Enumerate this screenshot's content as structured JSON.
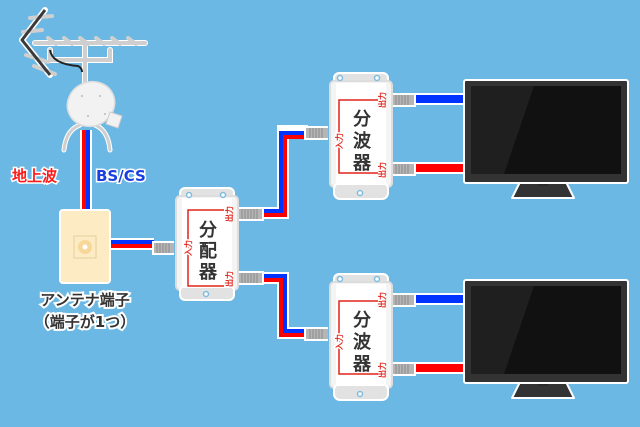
{
  "colors": {
    "background": "#6cb8e4",
    "terrestrial_cable": "#ff0000",
    "satellite_cable": "#0033ff",
    "device_body": "#f4f4f4",
    "device_label": "#333333",
    "port_label": "#e0251b",
    "wall_outlet": "#fdebc4",
    "tv_frame": "#333333",
    "tv_screen": "#111111"
  },
  "antenna": {
    "terrestrial_label": "地上波",
    "satellite_label": "BS/CS"
  },
  "wall_outlet": {
    "caption_line1": "アンテナ端子",
    "caption_line2": "（端子が1つ）"
  },
  "splitter": {
    "name_chars": [
      "分",
      "配",
      "器"
    ],
    "input_label": "入力",
    "output_label_top": "出力",
    "output_label_bottom": "出力"
  },
  "separators": [
    {
      "name_chars": [
        "分",
        "波",
        "器"
      ],
      "input_label": "入力",
      "output_label_top": "出力",
      "output_label_bottom": "出力"
    },
    {
      "name_chars": [
        "分",
        "波",
        "器"
      ],
      "input_label": "入力",
      "output_label_top": "出力",
      "output_label_bottom": "出力"
    }
  ],
  "tvs": [
    {
      "name": "tv-top"
    },
    {
      "name": "tv-bottom"
    }
  ]
}
